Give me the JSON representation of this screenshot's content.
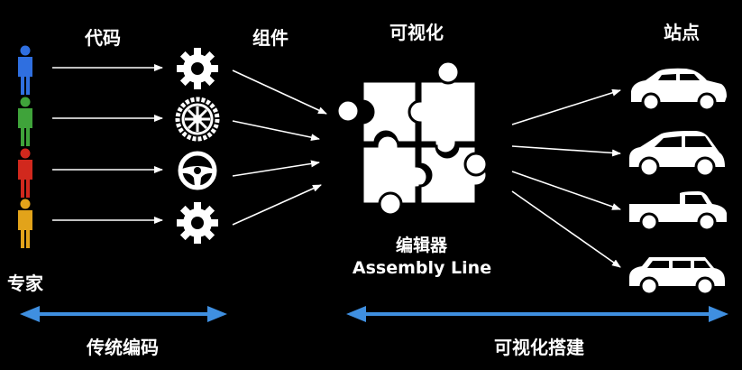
{
  "headers": {
    "code": "代码",
    "components": "组件",
    "visualization": "可视化",
    "sites": "站点"
  },
  "experts_label": "专家",
  "editor": {
    "title": "编辑器",
    "subtitle": "Assembly Line"
  },
  "footer": {
    "traditional": "传统编码",
    "visual": "可视化搭建"
  },
  "colors": {
    "person_blue": "#2f6fe0",
    "person_green": "#3fa33a",
    "person_red": "#d1281d",
    "person_yellow": "#e2a31a",
    "arrow_blue": "#3f8fe0",
    "line_white": "#ffffff"
  },
  "icons": {
    "people": [
      "person-icon",
      "person-icon",
      "person-icon",
      "person-icon"
    ],
    "components": [
      "gear-icon",
      "wheel-icon",
      "steering-wheel-icon",
      "gear-icon"
    ],
    "sites": [
      "sedan-icon",
      "hatchback-icon",
      "pickup-truck-icon",
      "wagon-icon"
    ],
    "editor": "puzzle-icon"
  }
}
